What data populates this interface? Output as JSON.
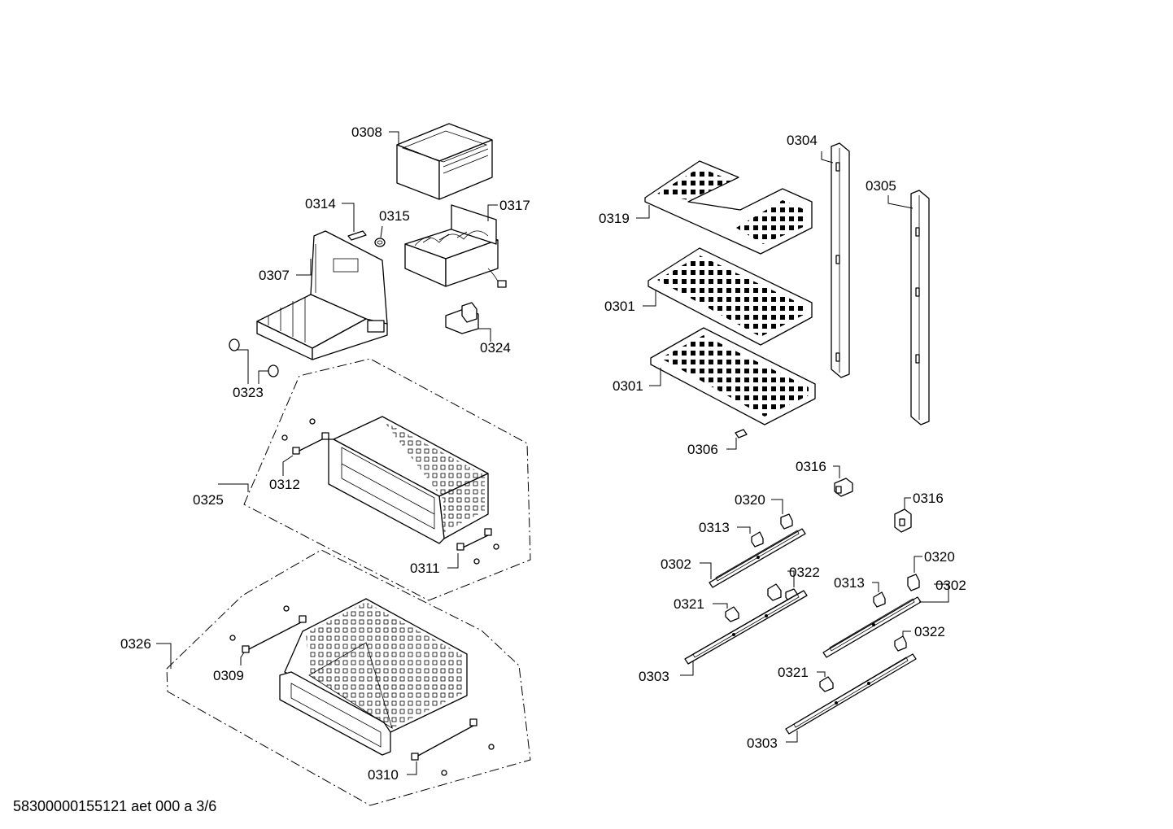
{
  "footer_text": "58300000155121 aet 000 a 3/6",
  "labels": {
    "p0308": "0308",
    "p0314": "0314",
    "p0315": "0315",
    "p0317": "0317",
    "p0307": "0307",
    "p0324": "0324",
    "p0323": "0323",
    "p0312": "0312",
    "p0325": "0325",
    "p0311": "0311",
    "p0326": "0326",
    "p0309": "0309",
    "p0310": "0310",
    "p0304": "0304",
    "p0305": "0305",
    "p0319": "0319",
    "p0301a": "0301",
    "p0301b": "0301",
    "p0306": "0306",
    "p0316a": "0316",
    "p0316b": "0316",
    "p0320a": "0320",
    "p0320b": "0320",
    "p0313a": "0313",
    "p0313b": "0313",
    "p0302a": "0302",
    "p0302b": "0302",
    "p0322a": "0322",
    "p0322b": "0322",
    "p0321a": "0321",
    "p0321b": "0321",
    "p0303a": "0303",
    "p0303b": "0303"
  }
}
